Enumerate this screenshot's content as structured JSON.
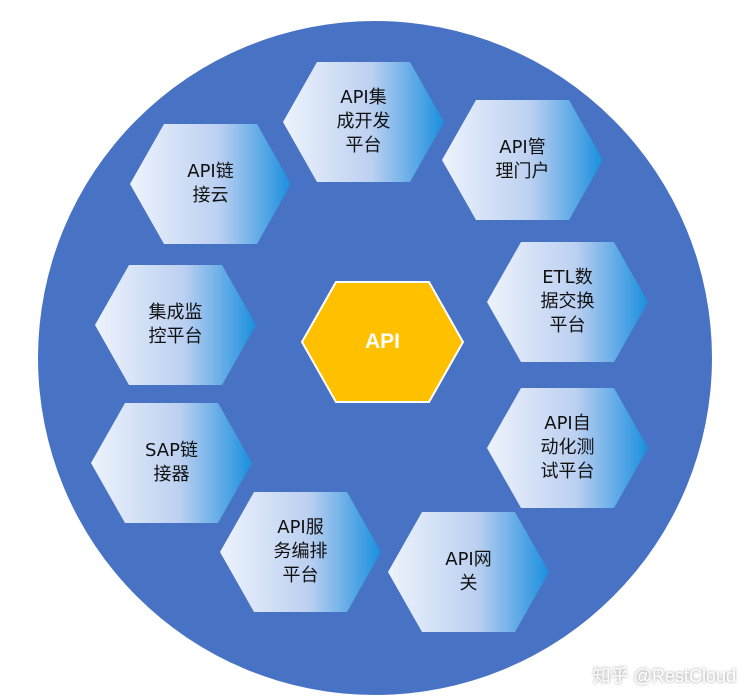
{
  "colors": {
    "circle": "#4872c4",
    "hex_light": "#edf3fc",
    "hex_mid": "#bcd0f1",
    "hex_dark": "#1a8fde",
    "center_fill": "#ffc000",
    "center_stroke": "#ffffff"
  },
  "center": {
    "label": "API"
  },
  "modules": [
    {
      "id": "integration-dev",
      "label": "API集\n成开发\n平台"
    },
    {
      "id": "management-portal",
      "label": "API管\n理门户"
    },
    {
      "id": "etl",
      "label": "ETL数\n据交换\n平台"
    },
    {
      "id": "auto-testing",
      "label": "API自\n动化测\n试平台"
    },
    {
      "id": "gateway",
      "label": "API网\n关"
    },
    {
      "id": "orchestration",
      "label": "API服\n务编排\n平台"
    },
    {
      "id": "sap-connector",
      "label": "SAP链\n接器"
    },
    {
      "id": "monitoring",
      "label": "集成监\n控平台"
    },
    {
      "id": "link-cloud",
      "label": "API链\n接云"
    }
  ],
  "watermark": "知乎 @RestCloud"
}
